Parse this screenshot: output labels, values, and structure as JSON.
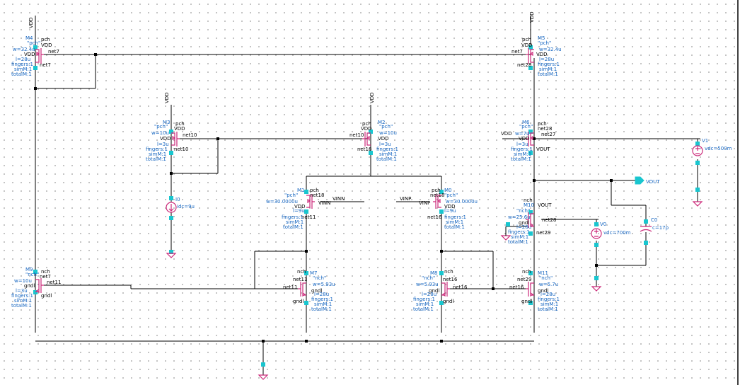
{
  "colors": {
    "background": "#ffffff",
    "wire": "#000000",
    "device": "#cc2a7a",
    "label": "#1565c0",
    "pin": "#19c6cf",
    "grid_dot": "#888888"
  },
  "rails": {
    "vdd_left": "VDD",
    "vdd_right": "VDD",
    "vdd_m3": "VDD",
    "vdd_m2": "VDD"
  },
  "devices": {
    "m4": {
      "name": "M4",
      "lines": [
        "\"pch\"",
        "w=32.4u",
        "l=28u",
        "fingers:1",
        "simM:1",
        "totalM:1"
      ],
      "terms": [
        "pch",
        "VDD",
        "VDD",
        "net7",
        "net7"
      ]
    },
    "m5": {
      "name": "M5",
      "lines": [
        "\"pch\"",
        "w=32.4u",
        "l=28u",
        "fingers:1",
        "simM:1",
        "totalM:1"
      ],
      "terms": [
        "pch",
        "VDD",
        "net7",
        "VDD",
        "net28"
      ]
    },
    "m3": {
      "name": "M3",
      "lines": [
        "\"pch\"",
        "w=10u",
        "l=3u",
        "fingers:1",
        "simM:1",
        "totalM:1"
      ],
      "terms": [
        "pch",
        "VDD",
        "VDD",
        "net10",
        "net10"
      ]
    },
    "m2": {
      "name": "M2",
      "lines": [
        "\"pch\"",
        "w=10u",
        "l=3u",
        "fingers:1",
        "simM:1",
        "totalM:1"
      ],
      "terms": [
        "pch",
        "VDD",
        "net10",
        "VDD",
        "net18"
      ]
    },
    "m6": {
      "name": "M6",
      "lines": [
        "\"pch\"",
        "w=7u",
        "l=3u",
        "fingers:1",
        "simM:1",
        "totalM:1"
      ],
      "terms": [
        "pch",
        "net28",
        "net27",
        "VDD",
        "VOUT"
      ],
      "vdd": "VDD"
    },
    "m1": {
      "name": "M1",
      "lines": [
        "\"pch\"",
        "w=30.0000u",
        "l=9u",
        "fingers:1",
        "simM:1",
        "totalM:1"
      ],
      "terms": [
        "pch",
        "net18",
        "VINN",
        "VDD",
        "net11"
      ]
    },
    "m0": {
      "name": "M0",
      "lines": [
        "\"pch\"",
        "w=30.0000u",
        "l=9u",
        "fingers:1",
        "simM:1",
        "totalM:1"
      ],
      "terms": [
        "pch",
        "net18",
        "VINP",
        "VDD",
        "net16"
      ]
    },
    "m9": {
      "name": "M9",
      "lines": [
        "\"nch\"",
        "w=10u",
        "l=3u",
        "fingers:1",
        "simM:1",
        "totalM:1"
      ],
      "terms": [
        "nch",
        "net7",
        "gndl",
        "net11",
        "gndl"
      ]
    },
    "m7": {
      "name": "M7",
      "lines": [
        "\"nch\"",
        "w=5.93u",
        "l=28u",
        "fingers:1",
        "simM:1",
        "totalM:1"
      ],
      "terms": [
        "nch",
        "net11",
        "net11",
        "gndl",
        "gndl"
      ]
    },
    "m8": {
      "name": "M8",
      "lines": [
        "\"nch\"",
        "w=5.93u",
        "l=28u",
        "fingers:1",
        "simM:1",
        "totalM:1"
      ],
      "terms": [
        "nch",
        "net16",
        "net16",
        "gndl",
        "gndl"
      ]
    },
    "m11": {
      "name": "M11",
      "lines": [
        "\"nch\"",
        "w=5.7u",
        "l=28u",
        "fingers:1",
        "simM:1",
        "totalM:1"
      ],
      "terms": [
        "nch",
        "net29",
        "net16",
        "gndl",
        "gndl"
      ]
    },
    "m10": {
      "name": "M10",
      "lines": [
        "\"nch\"",
        "w=25.6u",
        "l=28u",
        "fingers:1",
        "simM:1",
        "totalM:1"
      ],
      "terms": [
        "nch",
        "VOUT",
        "net28",
        "gndl",
        "net29"
      ]
    }
  },
  "sources": {
    "i0": {
      "name": "I0",
      "value": "idc=9u"
    },
    "v0": {
      "name": "V1",
      "value": "vdc=500m"
    },
    "v1": {
      "name": "V0",
      "value": "vdc=700m"
    },
    "c0": {
      "name": "C0",
      "value": "c=17p"
    }
  },
  "nets": {
    "vinn": "VINN",
    "vinp": "VINP",
    "vout_pin": "VOUT"
  }
}
